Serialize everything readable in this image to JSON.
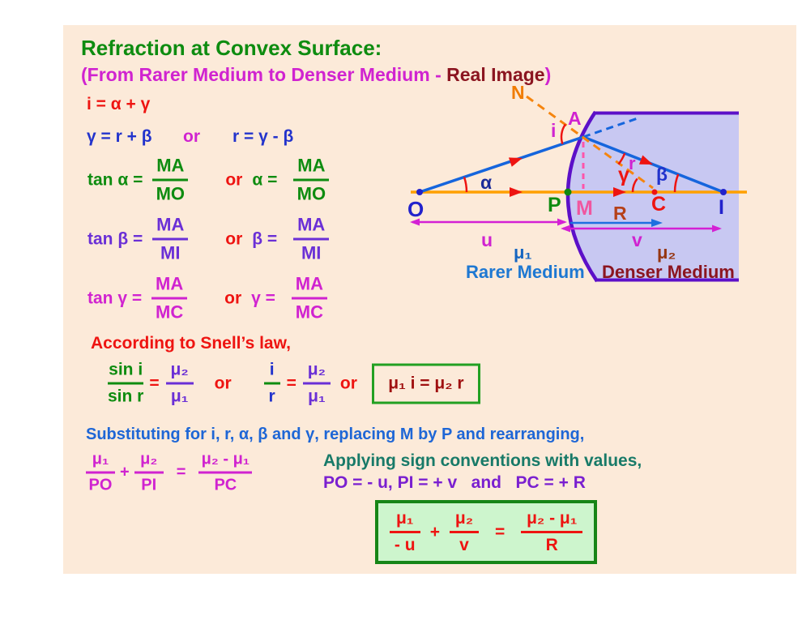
{
  "header": {
    "title": "Refraction at Convex Surface:",
    "subtitle_prefix": "(From Rarer Medium to Denser Medium - ",
    "subtitle_emphasis": "Real Image",
    "subtitle_suffix": ")"
  },
  "relations": {
    "eq1": "i = α + γ",
    "eq2": "γ = r + β",
    "or": "or",
    "eq3": "r = γ - β"
  },
  "tan_rows": [
    {
      "lhs": "tan α =",
      "num1": "MA",
      "den1": "MO",
      "or": "or",
      "rhs": "α =",
      "num2": "MA",
      "den2": "MO"
    },
    {
      "lhs": "tan β =",
      "num1": "MA",
      "den1": "MI",
      "or": "or",
      "rhs": "β =",
      "num2": "MA",
      "den2": "MI"
    },
    {
      "lhs": "tan γ =",
      "num1": "MA",
      "den1": "MC",
      "or": "or",
      "rhs": "γ =",
      "num2": "MA",
      "den2": "MC"
    }
  ],
  "snell": {
    "heading": "According to Snell’s law,",
    "frac1": {
      "num": "sin i",
      "den": "sin r"
    },
    "eq1": "=",
    "frac2": {
      "num": "μ₂",
      "den": "μ₁"
    },
    "or1": "or",
    "frac3": {
      "num": "i",
      "den": "r"
    },
    "eq2": "=",
    "frac4": {
      "num": "μ₂",
      "den": "μ₁"
    },
    "or2": "or",
    "boxed": "μ₁ i  =  μ₂ r"
  },
  "substitution": {
    "heading": "Substituting for i, r, α, β and γ, replacing M by P and rearranging,",
    "frac1": {
      "num": "μ₁",
      "den": "PO"
    },
    "plus": "+",
    "frac2": {
      "num": "μ₂",
      "den": "PI"
    },
    "eq": "=",
    "frac3": {
      "num": "μ₂ - μ₁",
      "den": "PC"
    },
    "sign_heading": "Applying sign conventions with values,",
    "sign_values": "PO = - u, PI = + v   and   PC = + R"
  },
  "final_eq": {
    "frac1": {
      "num": "μ₁",
      "den": "- u"
    },
    "plus": "+",
    "frac2": {
      "num": "μ₂",
      "den": "v"
    },
    "eq": "=",
    "frac3": {
      "num": "μ₂ - μ₁",
      "den": "R"
    }
  },
  "diagram": {
    "labels": {
      "N": "N",
      "A": "A",
      "i": "i",
      "r": "r",
      "alpha": "α",
      "beta": "β",
      "gamma": "γ",
      "O": "O",
      "P": "P",
      "M": "M",
      "C": "C",
      "I": "I",
      "R": "R",
      "u": "u",
      "v": "v",
      "mu1": "μ₁",
      "mu2": "μ₂",
      "rarer": "Rarer Medium",
      "denser": "Denser Medium"
    }
  },
  "colors": {
    "slide_background": "#fcead9",
    "title_green": "#0e8c10",
    "magenta": "#d023d0",
    "maroon": "#8b1520",
    "red": "#ee1411",
    "blue": "#2233cc",
    "purple": "#6a2fd6",
    "teal": "#187a68",
    "violet": "#7a1fd0",
    "axis_orange": "#ffa000",
    "denser_fill": "#c8c8f2",
    "surface_border": "#5c10c8",
    "ray_blue": "#1565dd",
    "box_green_border": "#168516",
    "box_green_fill": "#cdf5cd"
  }
}
